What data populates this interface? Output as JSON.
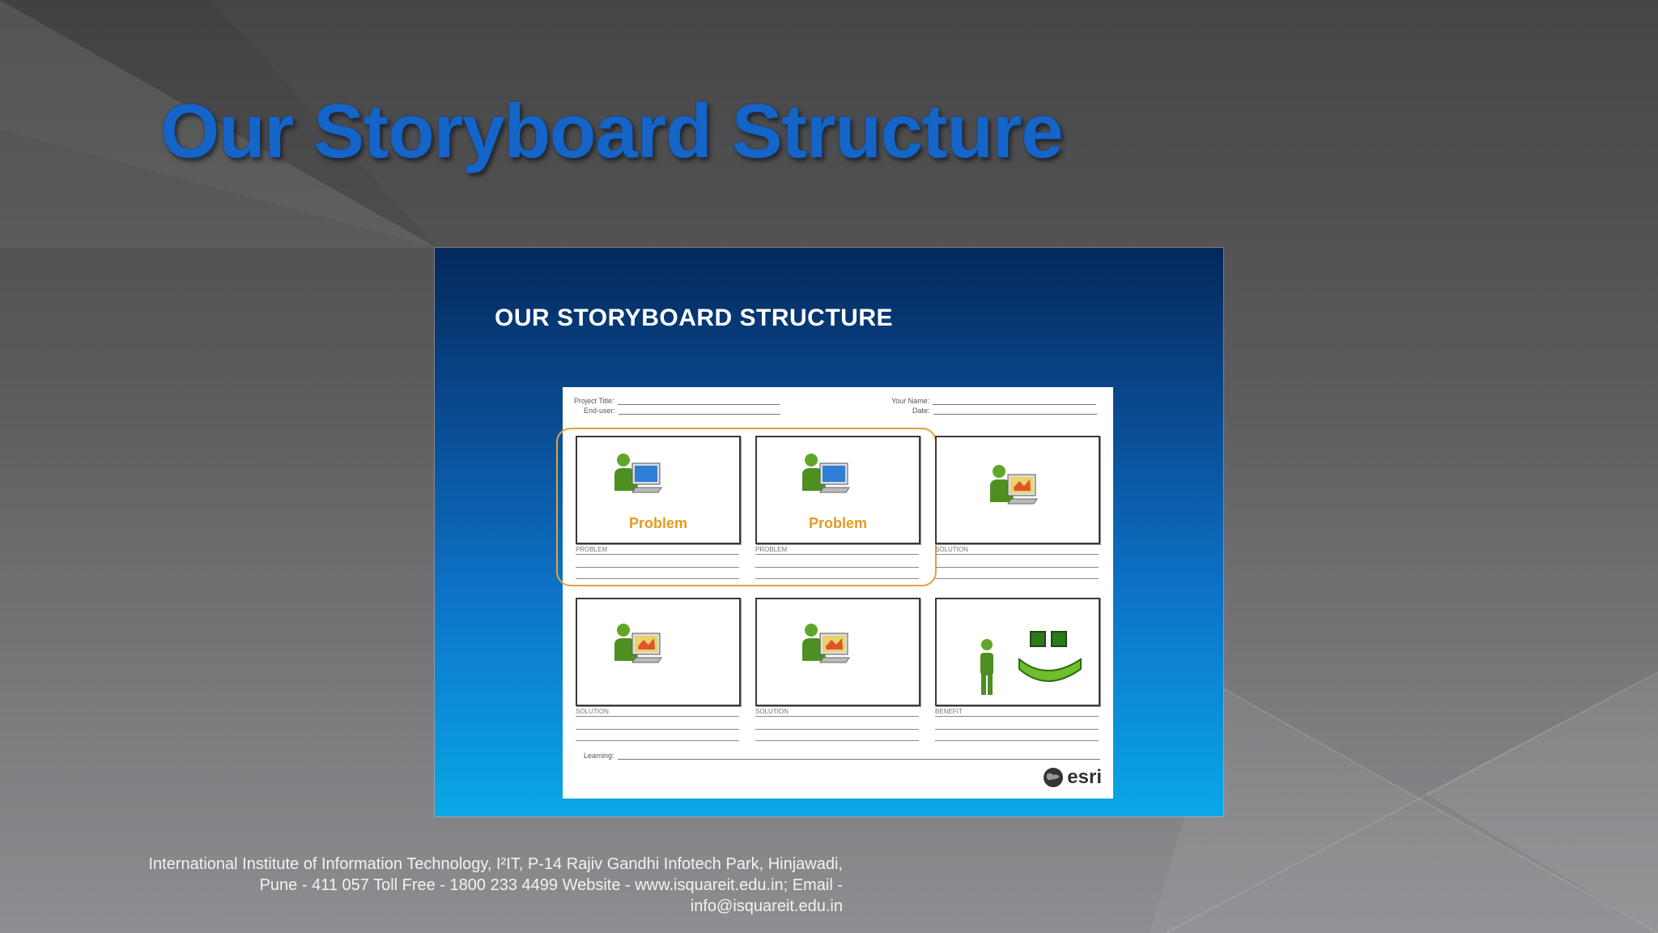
{
  "slide": {
    "title": "Our Storyboard Structure",
    "title_color": "#1565c9",
    "embedded_image": {
      "heading": "OUR STORYBOARD STRUCTURE",
      "form_fields": {
        "project_title": "Project Title:",
        "end_user": "End-user:",
        "your_name": "Your Name:",
        "date": "Date:",
        "learning": "Learning:"
      },
      "panels": [
        {
          "caption": "PROBLEM",
          "label": "Problem",
          "icon": "user-at-computer-icon"
        },
        {
          "caption": "PROBLEM",
          "label": "Problem",
          "icon": "user-at-computer-icon"
        },
        {
          "caption": "SOLUTION",
          "label": "",
          "icon": "user-at-map-computer-icon"
        },
        {
          "caption": "SOLUTION",
          "label": "",
          "icon": "user-at-map-computer-icon"
        },
        {
          "caption": "SOLUTION",
          "label": "",
          "icon": "user-at-map-computer-icon"
        },
        {
          "caption": "BENEFIT",
          "label": "",
          "icon": "smiley-person-icon"
        }
      ],
      "logo": "esri",
      "highlight_color": "#e2a33a",
      "label_color": "#e39b1f"
    },
    "footer": {
      "line1": "International Institute of Information Technology, I²IT, P-14 Rajiv Gandhi Infotech Park, Hinjawadi,",
      "line2": "Pune - 411 057 Toll Free - 1800 233 4499 Website - www.isquareit.edu.in; Email -",
      "line3": "info@isquareit.edu.in"
    }
  }
}
